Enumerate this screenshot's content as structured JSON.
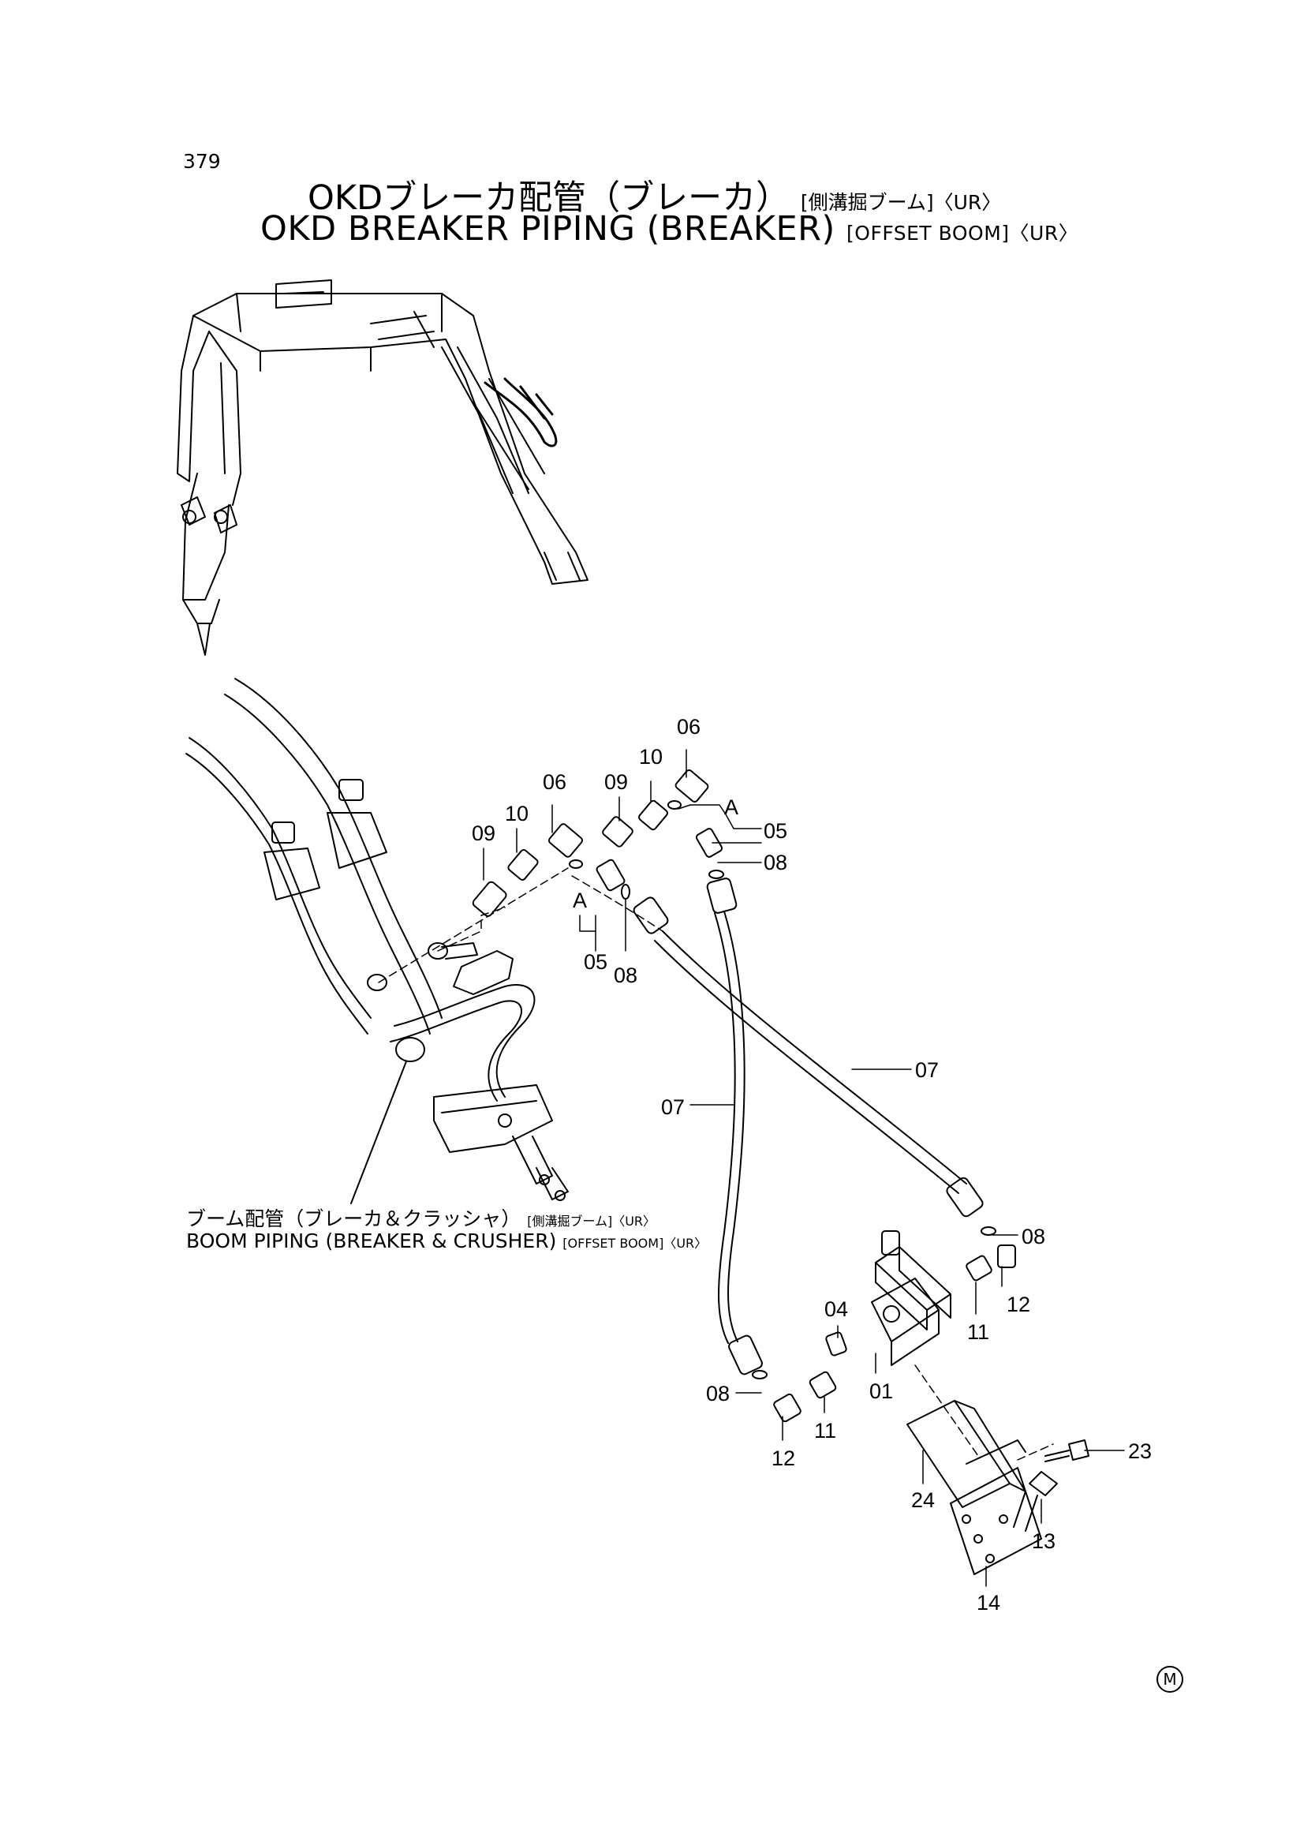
{
  "page_number": "379",
  "title_jp": "OKDブレーカ配管（ブレーカ）",
  "title_jp_note": "[側溝掘ブーム]〈UR〉",
  "title_en": "OKD BREAKER PIPING (BREAKER)",
  "title_en_note": "[OFFSET BOOM]〈UR〉",
  "reference_jp": "ブーム配管（ブレーカ＆クラッシャ）",
  "reference_jp_note": "[側溝掘ブーム]〈UR〉",
  "reference_en": "BOOM PIPING (BREAKER & CRUSHER)",
  "reference_en_note": "[OFFSET BOOM]〈UR〉",
  "part_labels": {
    "p06_upper": "06",
    "p10_upper": "10",
    "p09_upper": "09",
    "p06_mid": "06",
    "p10_mid": "10",
    "p09_mid": "09",
    "a_upper": "A",
    "p05_upper": "05",
    "p08_upper": "08",
    "a_lower": "A",
    "p05_lower": "05",
    "p08_lower": "08",
    "p07_right": "07",
    "p07_left": "07",
    "p08_right": "08",
    "p12_right": "12",
    "p11_right": "11",
    "p04": "04",
    "p08_left": "08",
    "p01": "01",
    "p11_left": "11",
    "p12_left": "12",
    "p24": "24",
    "p23": "23",
    "p13": "13",
    "p14": "14"
  },
  "corner_mark": "M"
}
